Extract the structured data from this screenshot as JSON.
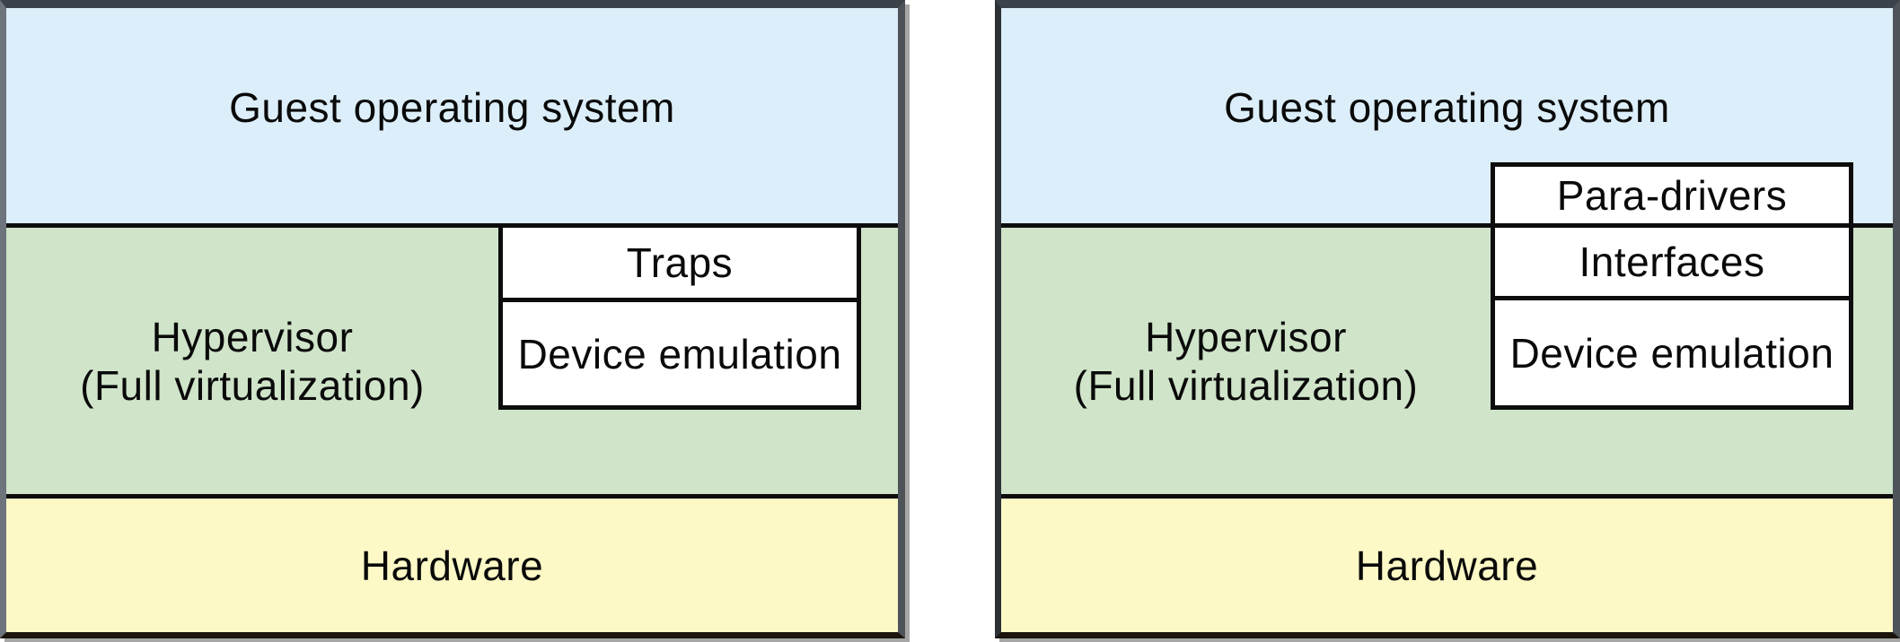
{
  "colors": {
    "guest_os_fill": "#dceef9",
    "hypervisor_fill": "#cfe4c9",
    "hardware_fill": "#fcf9c6",
    "inner_box_fill": "#ffffff",
    "line": "#0d0d0d",
    "top_border": "#3b4249",
    "shadow": "#a6a6a6"
  },
  "diagram_left": {
    "guest_os_label": "Guest operating system",
    "hypervisor_label_line1": "Hypervisor",
    "hypervisor_label_line2": "(Full virtualization)",
    "traps_label": "Traps",
    "device_emulation_label": "Device emulation",
    "hardware_label": "Hardware"
  },
  "diagram_right": {
    "guest_os_label": "Guest operating system",
    "para_drivers_label": "Para-drivers",
    "hypervisor_label_line1": "Hypervisor",
    "hypervisor_label_line2": "(Full virtualization)",
    "interfaces_label": "Interfaces",
    "device_emulation_label": "Device emulation",
    "hardware_label": "Hardware"
  }
}
